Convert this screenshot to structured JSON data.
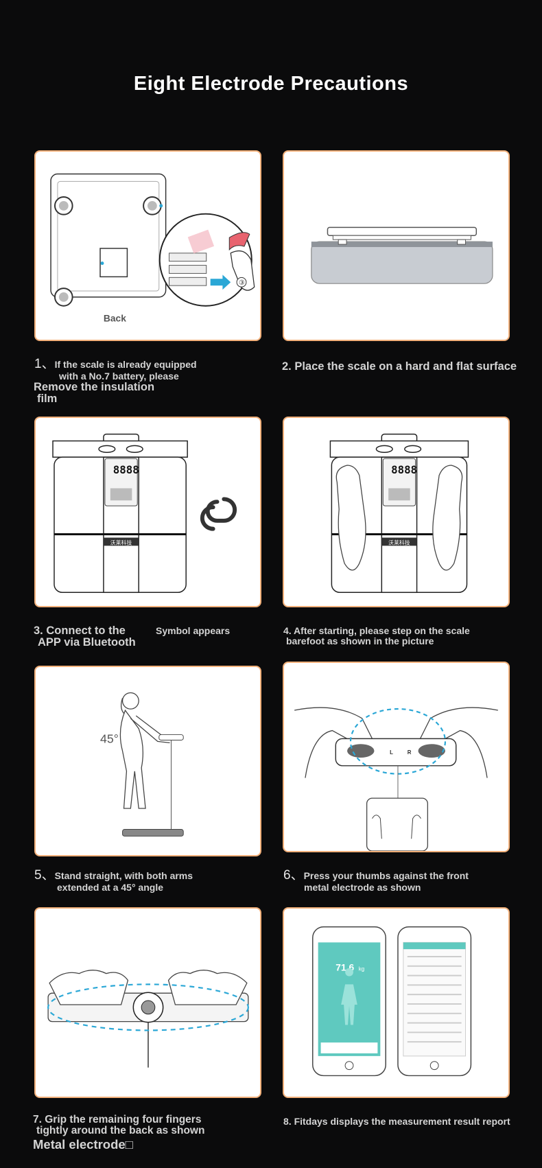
{
  "page": {
    "title": "Eight Electrode Precautions"
  },
  "steps": [
    {
      "number": "1、",
      "line1": "If the scale is already equipped",
      "line2": "with a No.7 battery, please",
      "note1": "Remove the insulation",
      "note2": "film",
      "image_label": "Back",
      "image_circle_num": "③"
    },
    {
      "line1": "2. Place the scale on a hard and flat surface"
    },
    {
      "line1": "3. Connect to the",
      "line2": "APP via Bluetooth",
      "note": "Symbol appears",
      "lcd": "8888",
      "brand": "沃莱科技"
    },
    {
      "line1": "4. After starting, please step on the scale",
      "line2": "barefoot as shown in the picture",
      "lcd": "8888",
      "brand": "沃莱科技"
    },
    {
      "number": "5、",
      "line1": "Stand straight, with both arms",
      "line2": "extended at a 45° angle",
      "angle_label": "45°"
    },
    {
      "number": "6、",
      "line1": "Press your thumbs against the front",
      "line2": "metal electrode as shown",
      "left_label": "L",
      "right_label": "R"
    },
    {
      "line1": "7. Grip the remaining four fingers",
      "line2": "tightly around the back as shown",
      "note": "Metal electrode□"
    },
    {
      "line1": "8. Fitdays displays the measurement result report",
      "phone_value": "71.6",
      "phone_unit": "kg"
    }
  ],
  "colors": {
    "accent_border": "#f2b07a",
    "dashed_circle": "#2aa7d6",
    "app_teal": "#5fc9bf",
    "background": "#0b0b0c"
  }
}
